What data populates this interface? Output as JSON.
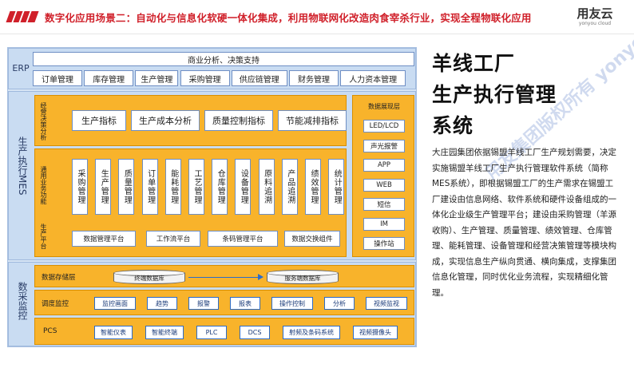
{
  "header": {
    "title": "数字化应用场景二：自动化与信息化软硬一体化集成，利用物联网化改造肉食宰杀行业，实现全程物联化应用",
    "logo_main": "用友云",
    "logo_sub": "yonyou cloud"
  },
  "erp": {
    "label": "ERP",
    "top_bar": "商业分析、决策支持",
    "modules": [
      "订单管理",
      "库存管理",
      "生产管理",
      "采购管理",
      "供应链管理",
      "财务管理",
      "人力资本管理"
    ]
  },
  "mes": {
    "label": "生产执行MES",
    "decision_label": "经营决策分析",
    "indicators": [
      "生产指标",
      "生产成本分析",
      "质量控制指标",
      "节能减排指标"
    ],
    "business_label": "通用业务功能",
    "functions": [
      "采购管理",
      "生产管理",
      "质量管理",
      "订单管理",
      "能耗管理",
      "工艺管理",
      "仓库管理",
      "设备管理",
      "原料追溯",
      "产品追溯",
      "绩效管理",
      "统计管理"
    ],
    "platform_label": "生产平台",
    "platform_items": [
      "数据管理平台",
      "工作流平台",
      "条码管理平台",
      "数据交换组件"
    ],
    "display_layer": {
      "title": "数据展现层",
      "items": [
        "LED/LCD",
        "声光报警",
        "APP",
        "WEB",
        "短信",
        "IM",
        "操作站"
      ]
    }
  },
  "data_collection": {
    "label": "数采监控",
    "storage_label": "数据存储层",
    "terminal_db": "终端数据库",
    "server_db": "服务端数据库",
    "monitor_label": "调度监控",
    "monitor_items": [
      "监控画面",
      "趋势",
      "报警",
      "报表",
      "操作控制",
      "分析",
      "视频监视"
    ],
    "pcs_label": "PCS",
    "pcs_items": [
      "智能仪表",
      "智能终端",
      "PLC",
      "DCS",
      "射频及条码系统",
      "视频摄像头"
    ]
  },
  "right": {
    "title_lines": [
      "羊线工厂",
      "生产执行管理",
      "系统"
    ],
    "description": "大庄园集团依据锡盟羊线工厂生产规划需要，决定实施锡盟羊线工厂生产执行管理软件系统（简称MES系统），即根据锡盟工厂的生产需求在锡盟工厂建设由信息网络、软件系统和硬件设备组成的一体化企业级生产管理平台；建设由采购管理（羊源收购）、生产管理、质量管理、绩效管理、仓库管理、能耗管理、设备管理和经营决策管理等模块构成，实现信息生产纵向贯通、横向集成，支撑集团信息化管理，同时优化业务流程，实现精细化管理。",
    "watermark": "用友集团版权所有 yonyou"
  },
  "colors": {
    "header_red": "#d0202a",
    "orange": "#f8b32b",
    "panel_blue": "#d7e5f5",
    "line_blue": "#2d6cc8"
  }
}
